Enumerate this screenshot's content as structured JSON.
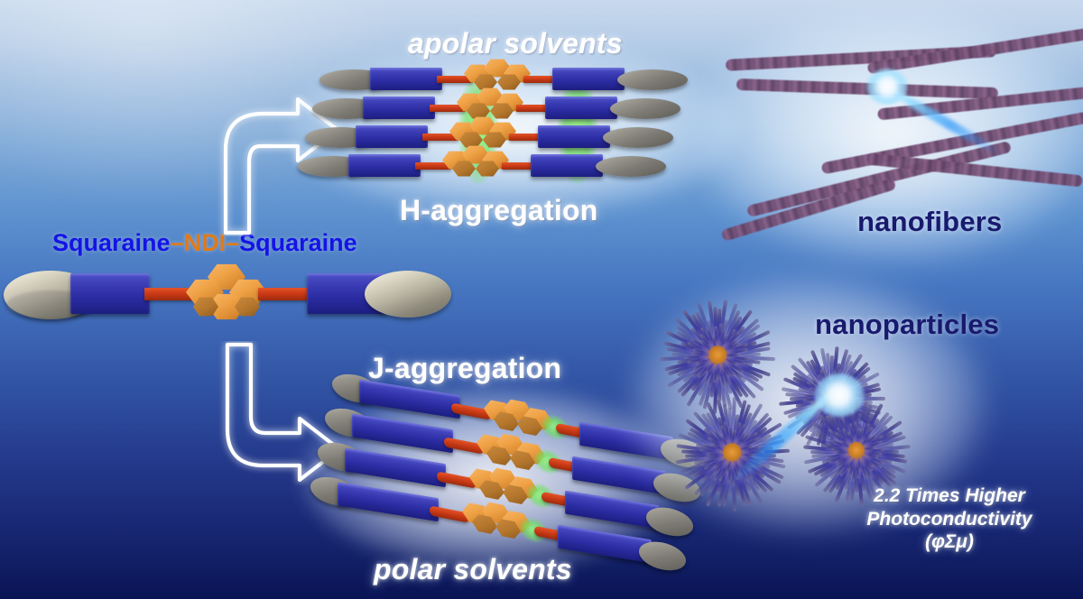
{
  "figure": {
    "type": "scientific-graphical-abstract",
    "background": {
      "top_color": "#c8d9ee",
      "mid_color": "#4878c2",
      "bottom_color": "#0a1455"
    }
  },
  "monomer": {
    "caption_parts": {
      "left": "Squaraine",
      "dash_left": "–",
      "middle": "NDI",
      "dash_right": "–",
      "right": "Squaraine"
    },
    "caption_full": "Squaraine–NDI–Squaraine",
    "colors": {
      "squaraine_text": "#1414e6",
      "ndi_text": "#e07a18",
      "disc": "#c9c4b2",
      "block": "#2a2ba0",
      "rod": "#cc3b16",
      "hexagon": "#f0a246"
    },
    "components": [
      "gray-disc",
      "blue-block",
      "red-rod",
      "orange-hexagon-core",
      "red-rod",
      "blue-block",
      "gray-disc"
    ]
  },
  "pathways": {
    "upper": {
      "solvent_label": "apolar solvents",
      "aggregation_label": "H-aggregation",
      "morphology_label": "nanofibers",
      "arrow": "curved-arrow-up-right",
      "stack_count": 4,
      "glow_color": "#8af582"
    },
    "lower": {
      "solvent_label": "polar solvents",
      "aggregation_label": "J-aggregation",
      "morphology_label": "nanoparticles",
      "arrow": "curved-arrow-down-right",
      "stack_count": 4,
      "glow_color": "#8af582"
    }
  },
  "result": {
    "line1": "2.2 Times Higher",
    "line2": "Photoconductivity",
    "line3": "(φΣμ)",
    "factor": "2.2",
    "metric": "Photoconductivity",
    "symbol": "φΣμ"
  },
  "nanofibers": {
    "strand_color": "#6f4c76",
    "count": 8,
    "beam_color": "#29a7ff"
  },
  "nanoparticles": {
    "spike_color_inner": "#d4791f",
    "spike_color_outer": "#3b39a0",
    "count": 4,
    "beam_color": "#29a7ff"
  }
}
